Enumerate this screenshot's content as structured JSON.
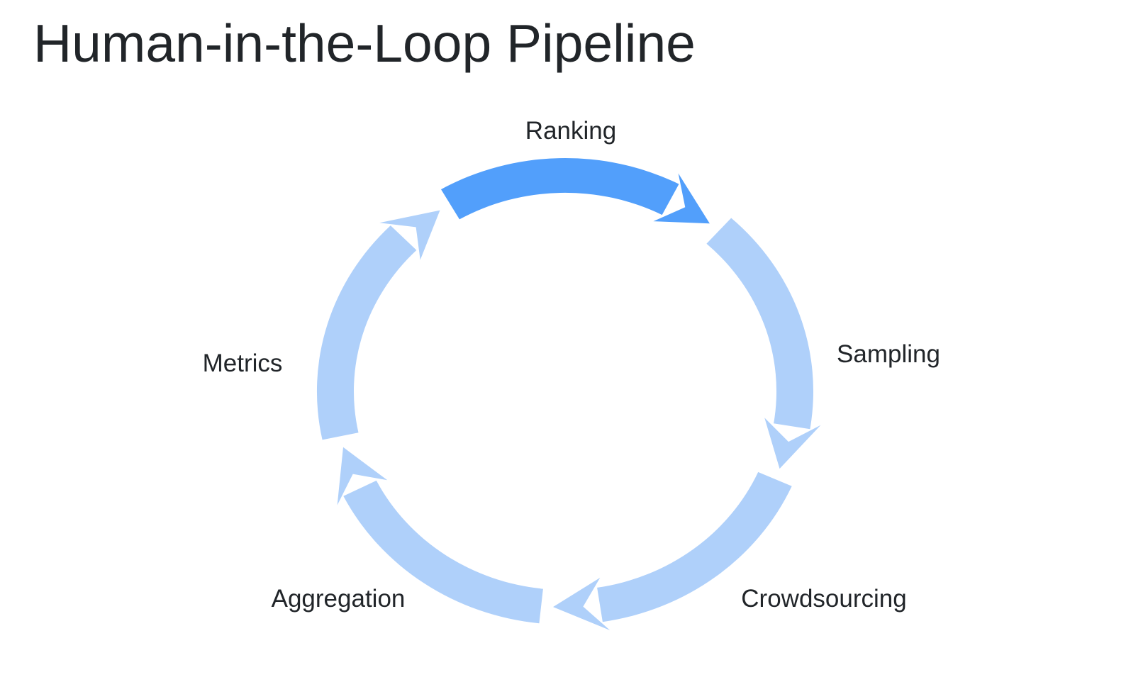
{
  "title": "Human-in-the-Loop Pipeline",
  "diagram": {
    "type": "cycle",
    "direction": "clockwise",
    "steps": [
      {
        "label": "Ranking",
        "highlighted": true
      },
      {
        "label": "Sampling",
        "highlighted": false
      },
      {
        "label": "Crowdsourcing",
        "highlighted": false
      },
      {
        "label": "Aggregation",
        "highlighted": false
      },
      {
        "label": "Metrics",
        "highlighted": false
      }
    ],
    "colors": {
      "highlight": "#529FFB",
      "regular": "#AFD0FA",
      "text": "#212529"
    }
  }
}
